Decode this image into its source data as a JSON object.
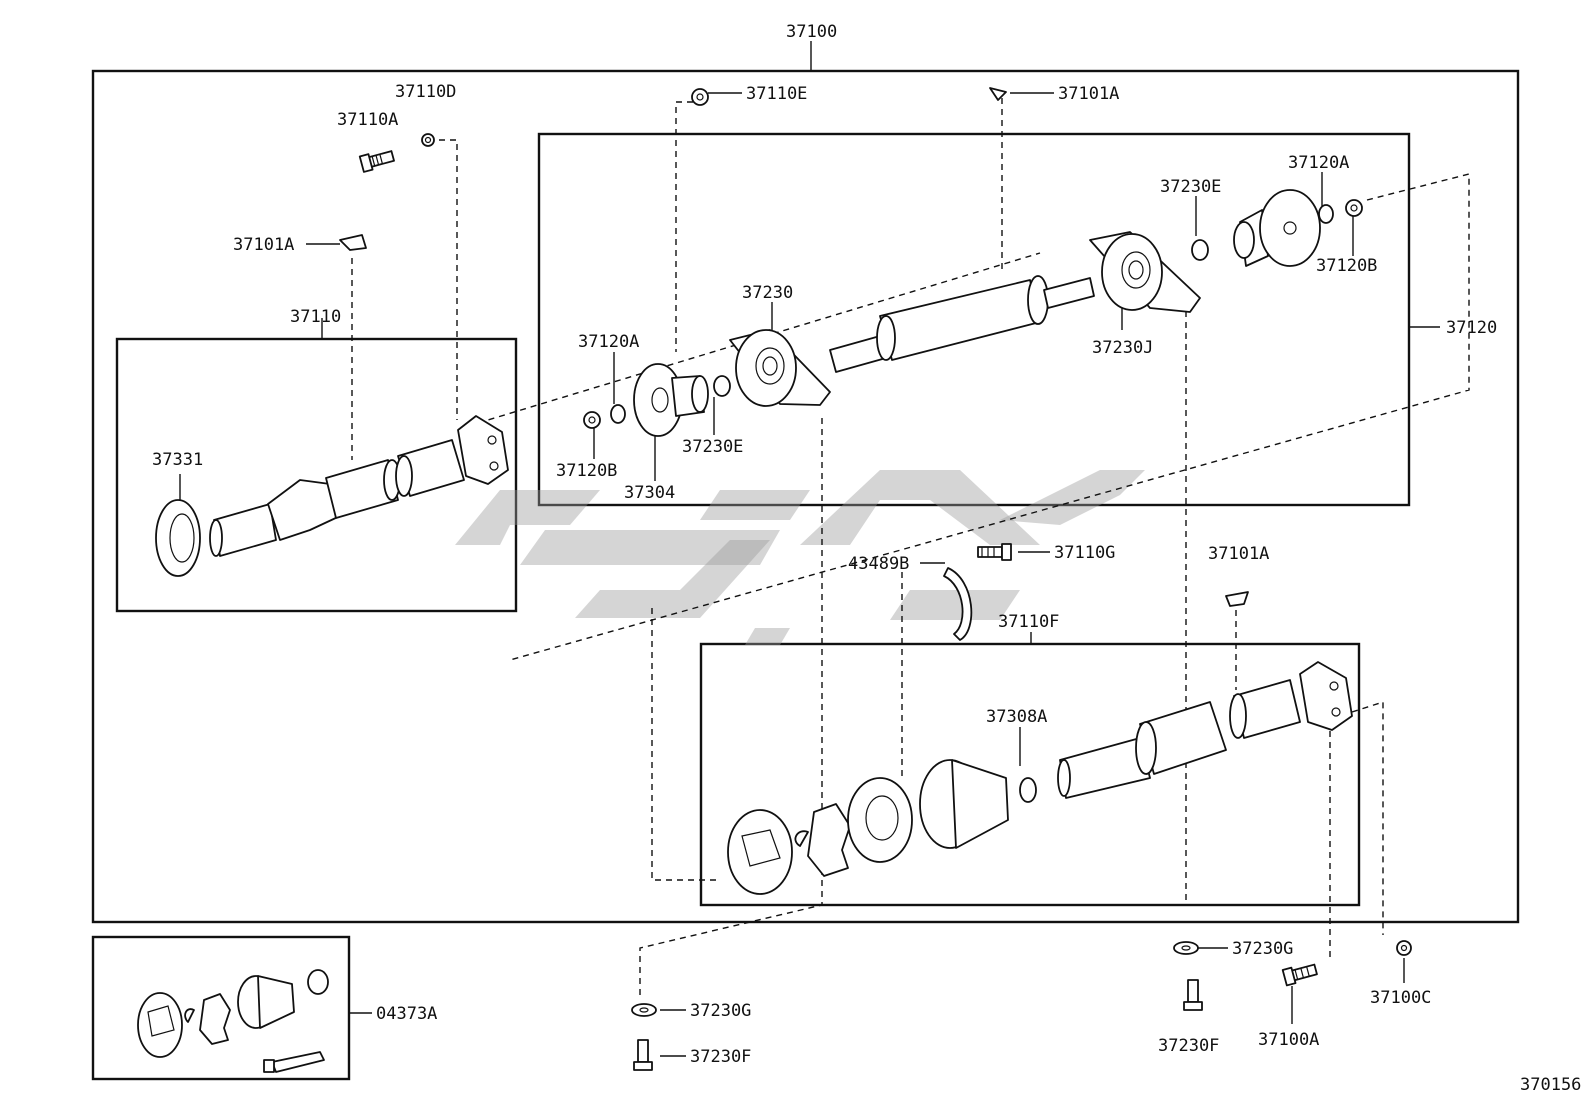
{
  "labels": {
    "assembly": "37100",
    "p37110D": "37110D",
    "p37110A": "37110A",
    "p37101A_top_left": "37101A",
    "p37110": "37110",
    "p37331": "37331",
    "p37110E": "37110E",
    "p37101A_top": "37101A",
    "p37120A_left": "37120A",
    "p37120B_left": "37120B",
    "p37304": "37304",
    "p37230E_left": "37230E",
    "p37230": "37230",
    "p37230J": "37230J",
    "p37230E_right": "37230E",
    "p37120A_right": "37120A",
    "p37120B_right": "37120B",
    "p37120": "37120",
    "p43489B": "43489B",
    "p37110G": "37110G",
    "p37101A_right": "37101A",
    "p37110F": "37110F",
    "p37308A": "37308A",
    "p37230G_left": "37230G",
    "p37230F_left": "37230F",
    "p37230G_right": "37230G",
    "p37230F_right": "37230F",
    "p37100A": "37100A",
    "p37100C": "37100C",
    "p04373A": "04373A",
    "figure_number": "370156"
  },
  "icons": {
    "watermark": "brand-logo-watermark"
  },
  "colors": {
    "line": "#111111",
    "watermark": "#9a9a9a"
  }
}
